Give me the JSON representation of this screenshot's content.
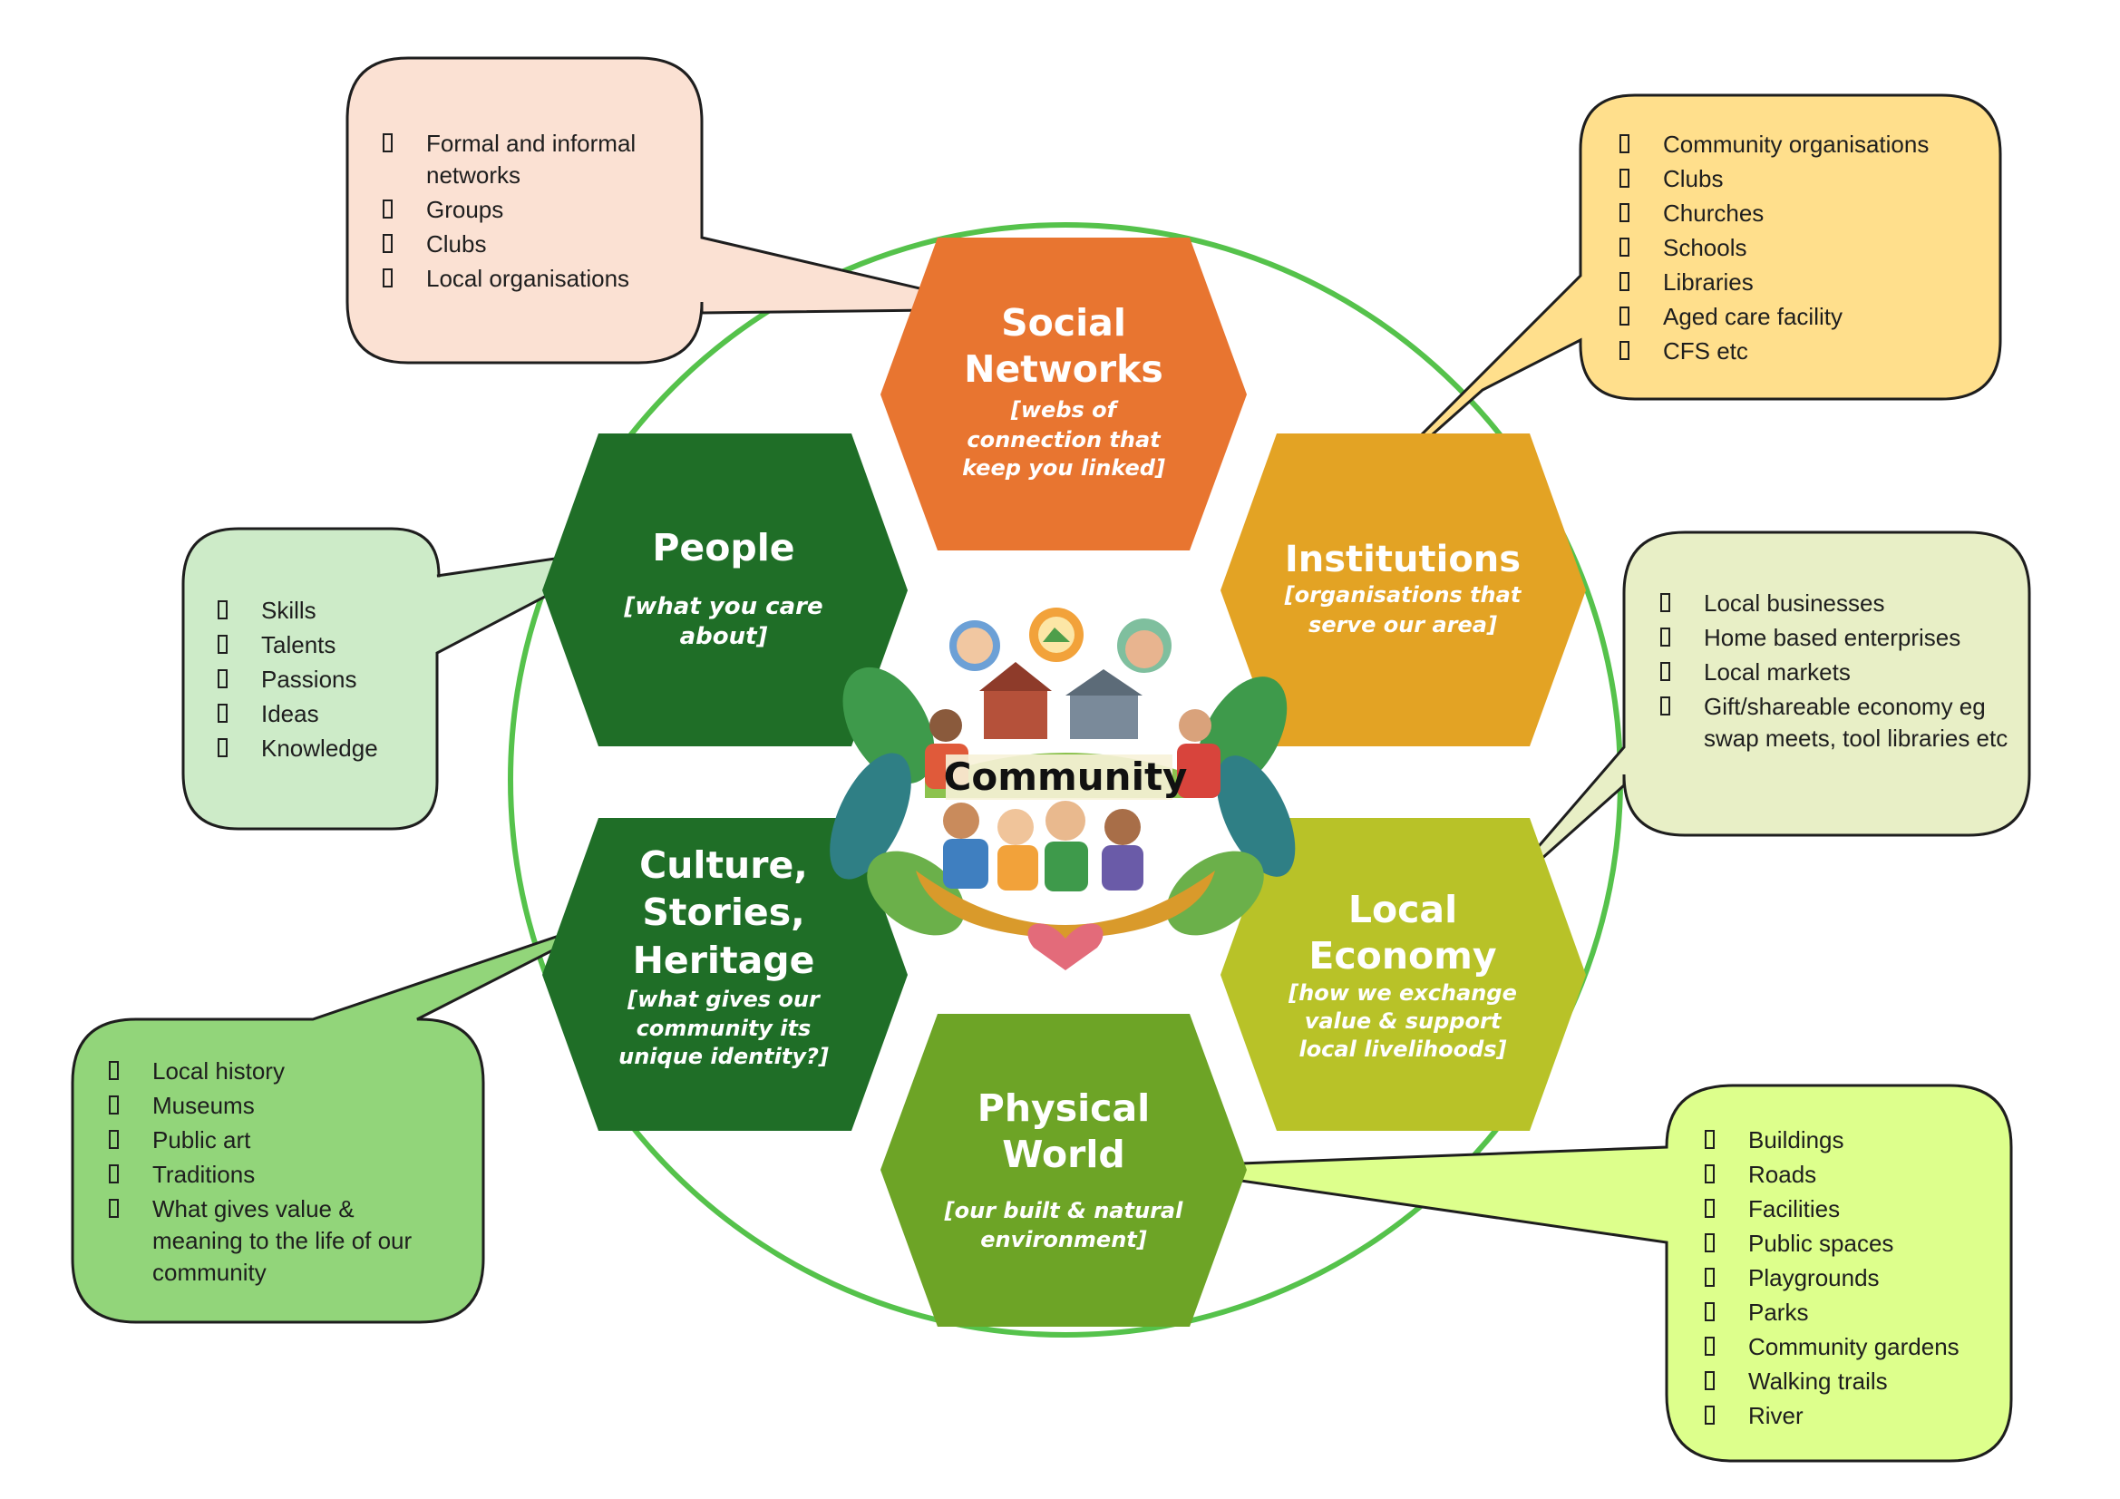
{
  "center": {
    "label": "Community"
  },
  "hexagons": [
    {
      "id": "social",
      "title": [
        "Social",
        "Networks"
      ],
      "subtitle": [
        "[webs of",
        "connection that",
        "keep you linked]"
      ],
      "color": "#E87530"
    },
    {
      "id": "institutions",
      "title": [
        "Institutions"
      ],
      "subtitle": [
        "[organisations that",
        "serve our area]"
      ],
      "color": "#E3A324"
    },
    {
      "id": "economy",
      "title": [
        "Local",
        "Economy"
      ],
      "subtitle": [
        "[how we exchange",
        "value & support",
        "local livelihoods]"
      ],
      "color": "#B8C228"
    },
    {
      "id": "physical",
      "title": [
        "Physical",
        "World"
      ],
      "subtitle": [
        "[our built & natural",
        "environment]"
      ],
      "color": "#6DA426"
    },
    {
      "id": "culture",
      "title": [
        "Culture,",
        "Stories,",
        "Heritage"
      ],
      "subtitle": [
        "[what gives our",
        "community its",
        "unique identity?]"
      ],
      "color": "#1F6E27"
    },
    {
      "id": "people",
      "title": [
        "People"
      ],
      "subtitle": [
        "[what you care",
        "about]"
      ],
      "color": "#1F6E27"
    }
  ],
  "callouts": [
    {
      "id": "social",
      "fill": "#FBE1D3",
      "items": [
        "Formal and informal networks",
        "Groups",
        "Clubs",
        "Local organisations"
      ]
    },
    {
      "id": "institutions",
      "fill": "#FFDF8C",
      "items": [
        "Community organisations",
        "Clubs",
        "Churches",
        "Schools",
        "Libraries",
        "Aged care facility",
        "CFS etc"
      ]
    },
    {
      "id": "people",
      "fill": "#CDEBC8",
      "items": [
        "Skills",
        "Talents",
        "Passions",
        "Ideas",
        "Knowledge"
      ]
    },
    {
      "id": "economy",
      "fill": "#E8EFC6",
      "items": [
        "Local businesses",
        "Home based enterprises",
        "Local markets",
        "Gift/shareable economy eg swap meets, tool libraries etc"
      ]
    },
    {
      "id": "culture",
      "fill": "#92D57A",
      "items": [
        "Local history",
        "Museums",
        "Public art",
        "Traditions",
        "What gives value & meaning to the life of our community"
      ]
    },
    {
      "id": "physical",
      "fill": "#DDFF8C",
      "items": [
        "Buildings",
        "Roads",
        "Facilities",
        "Public spaces",
        "Playgrounds",
        "Parks",
        "Community gardens",
        "Walking trails",
        "River"
      ]
    }
  ]
}
